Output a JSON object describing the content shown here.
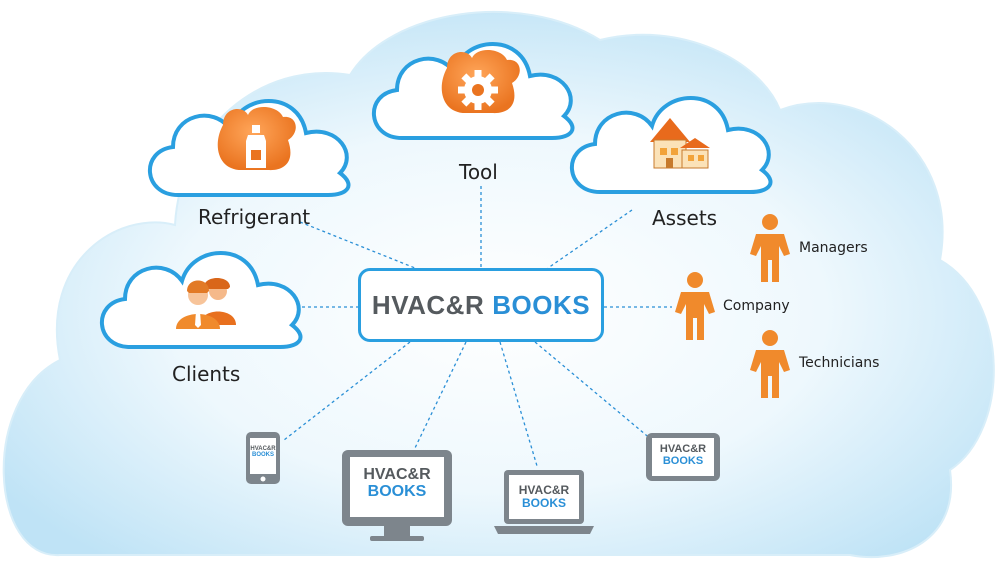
{
  "hub": {
    "part1": "HVAC&R",
    "part2": "BOOKS"
  },
  "nodes": {
    "refrigerant": "Refrigerant",
    "tool": "Tool",
    "assets": "Assets",
    "clients": "Clients"
  },
  "people": {
    "managers": "Managers",
    "company": "Company",
    "technicians": "Technicians"
  },
  "devices": {
    "line1": "HVAC&R",
    "line2": "BOOKS"
  },
  "colors": {
    "cloud_blue": "#2a9fe0",
    "accent_orange": "#f0802a",
    "device_gray": "#7d858c",
    "brand_blue": "#2a8fd6"
  }
}
